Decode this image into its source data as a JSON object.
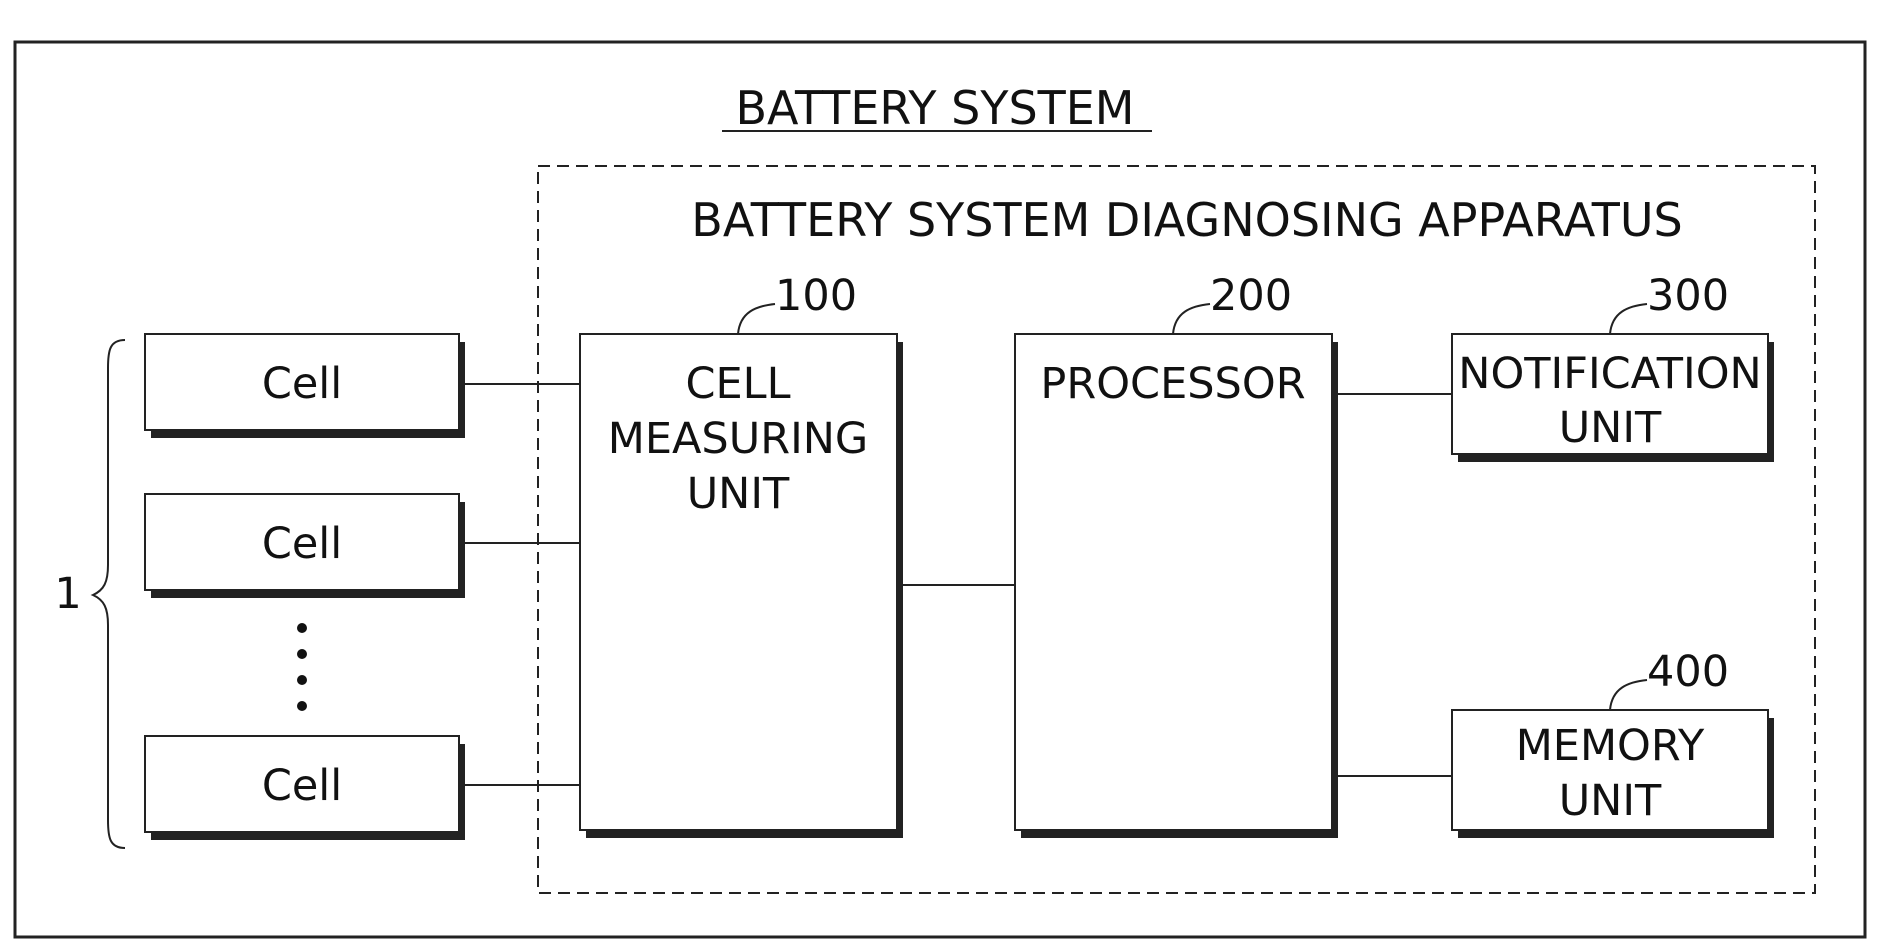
{
  "system": {
    "title": "BATTERY SYSTEM"
  },
  "apparatus": {
    "title": "BATTERY SYSTEM DIAGNOSING APPARATUS"
  },
  "cells": {
    "group_ref": "1",
    "items": [
      {
        "label": "Cell"
      },
      {
        "label": "Cell"
      },
      {
        "label": "Cell"
      }
    ]
  },
  "cell_measuring_unit": {
    "ref": "100",
    "lines": [
      "CELL",
      "MEASURING",
      "UNIT"
    ]
  },
  "processor": {
    "ref": "200",
    "lines": [
      "PROCESSOR"
    ]
  },
  "notification_unit": {
    "ref": "300",
    "lines": [
      "NOTIFICATION",
      "UNIT"
    ]
  },
  "memory_unit": {
    "ref": "400",
    "lines": [
      "MEMORY",
      "UNIT"
    ]
  },
  "colors": {
    "line": "#222222",
    "background": "#ffffff"
  }
}
